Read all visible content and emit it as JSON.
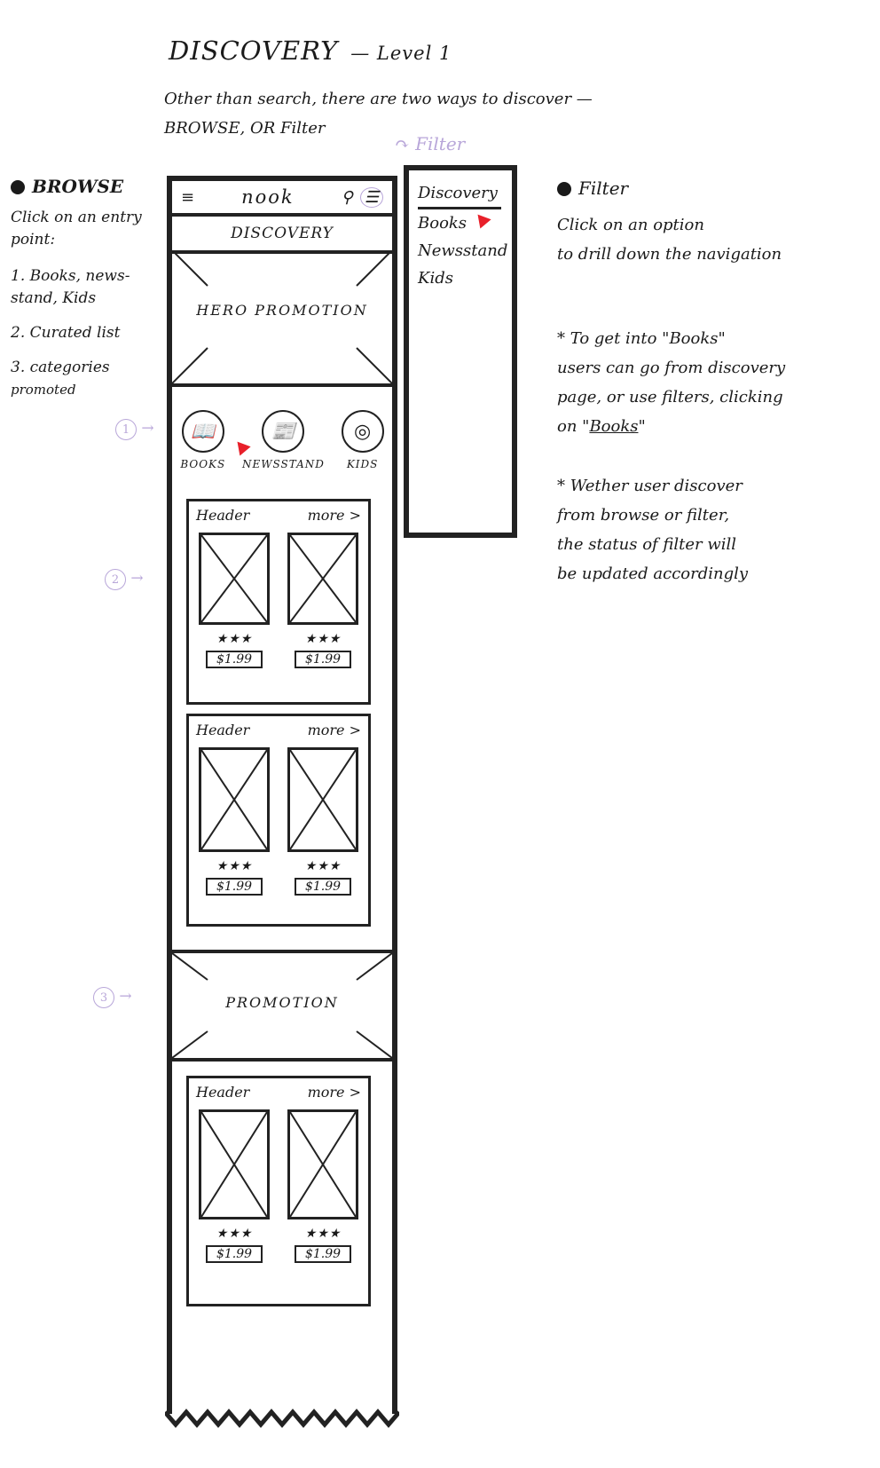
{
  "title": "DISCOVERY",
  "level": "— Level 1",
  "intro": [
    "Other than search, there are two ways to discover —",
    "BROWSE, OR Filter"
  ],
  "browse": {
    "heading": "BROWSE",
    "text": "Click on an entry point:",
    "points": [
      "1. Books, news-stand, Kids",
      "2. Curated list",
      "3. categories",
      "promoted"
    ],
    "markers": [
      "1",
      "2",
      "3"
    ]
  },
  "phone": {
    "menu_icon": "≡",
    "brand": "nook",
    "search_icon": "⚲",
    "filter_icon": "☰",
    "subtitle": "DISCOVERY",
    "hero": "HERO PROMOTION",
    "entries": [
      {
        "label": "BOOKS",
        "icon": "book-icon",
        "glyph": "📖"
      },
      {
        "label": "NEWSSTAND",
        "icon": "newspaper-icon",
        "glyph": "📰"
      },
      {
        "label": "KIDS",
        "icon": "lollipop-icon",
        "glyph": "◎"
      }
    ],
    "cards": [
      {
        "header": "Header",
        "more": "more >",
        "items": [
          {
            "stars": "★★★",
            "price": "$1.99"
          },
          {
            "stars": "★★★",
            "price": "$1.99"
          }
        ]
      },
      {
        "header": "Header",
        "more": "more >",
        "items": [
          {
            "stars": "★★★",
            "price": "$1.99"
          },
          {
            "stars": "★★★",
            "price": "$1.99"
          }
        ]
      },
      {
        "header": "Header",
        "more": "more >",
        "items": [
          {
            "stars": "★★★",
            "price": "$1.99"
          },
          {
            "stars": "★★★",
            "price": "$1.99"
          }
        ]
      }
    ],
    "promotion": "PROMOTION"
  },
  "filter_callout": "Filter",
  "filter_panel": {
    "heading": "Discovery",
    "options": [
      "Books",
      "Newsstand",
      "Kids"
    ]
  },
  "filter_notes": {
    "heading": "Filter",
    "text": [
      "Click on an option",
      "to drill down the navigation"
    ],
    "note1_lines": [
      "* To get into \"Books\"",
      "users can go from discovery",
      "page, or use filters, clicking"
    ],
    "note1_last_prefix": "on \"",
    "note1_last_link": "Books",
    "note1_last_suffix": "\"",
    "note2_lines": [
      "* Wether user discover",
      "from browse or filter,",
      "the status of filter will",
      "be updated accordingly"
    ]
  },
  "colors": {
    "ink": "#1a1a1a",
    "annotation": "#b8a6d9",
    "highlight": "#e8202a"
  }
}
